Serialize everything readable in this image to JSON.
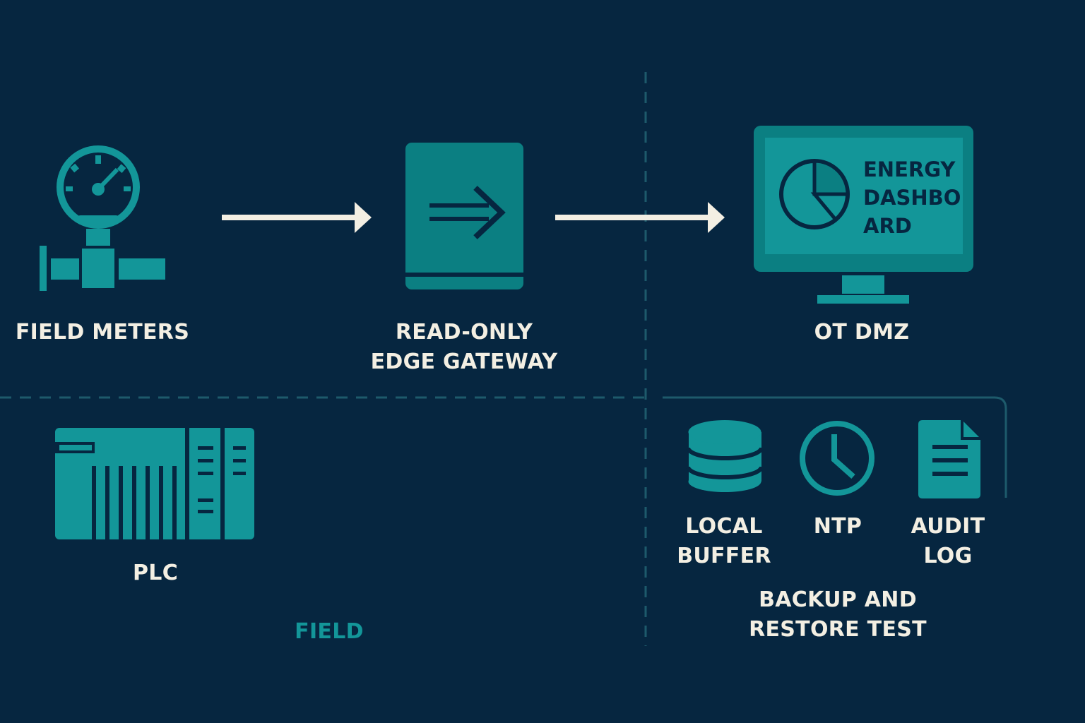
{
  "colors": {
    "background": "#062640",
    "teal": "#139699",
    "teal_dark": "#0b7f82",
    "line": "#1d5a6b",
    "arrow": "#f3efe3",
    "text": "#f3efe3",
    "zone_text": "#139699"
  },
  "nodes": {
    "field_meters": {
      "label": "FIELD METERS",
      "icon": "pressure-gauge-icon"
    },
    "edge_gateway": {
      "label": "READ-ONLY\nEDGE GATEWAY",
      "icon": "gateway-arrow-icon"
    },
    "ot_dmz": {
      "label": "OT DMZ",
      "icon": "monitor-icon",
      "screen_text": [
        "ENERGY",
        "DASHBO",
        "ARD"
      ]
    },
    "plc": {
      "label": "PLC",
      "icon": "plc-rack-icon"
    },
    "local_buffer": {
      "label": "LOCAL\nBUFFER",
      "icon": "database-icon"
    },
    "ntp": {
      "label": "NTP",
      "icon": "clock-icon"
    },
    "audit_log": {
      "label": "AUDIT\nLOG",
      "icon": "document-icon"
    }
  },
  "zones": {
    "field": "FIELD",
    "backup": "BACKUP AND\nRESTORE TEST"
  },
  "edges": [
    {
      "from": "field_meters",
      "to": "edge_gateway"
    },
    {
      "from": "edge_gateway",
      "to": "ot_dmz"
    }
  ]
}
